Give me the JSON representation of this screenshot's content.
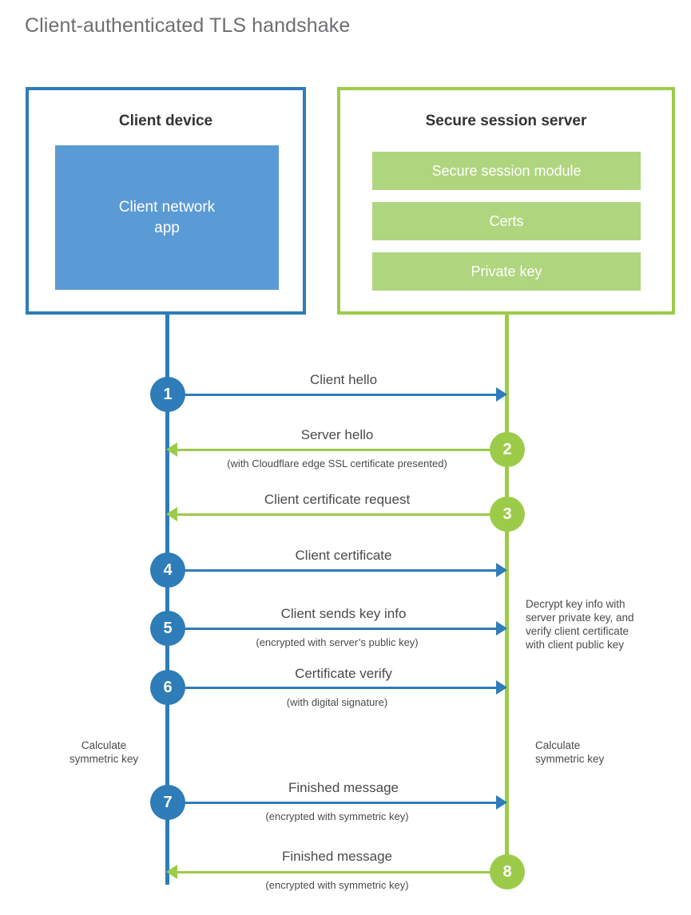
{
  "title": "Client-authenticated TLS handshake",
  "colors": {
    "blue_border": "#2e7cb8",
    "blue_fill": "#5b9bd5",
    "green_border": "#9ccb4a",
    "green_fill": "#b0d57f",
    "title_text": "#6d6e71",
    "body_text": "#4a4a4a"
  },
  "parties": {
    "client": {
      "title": "Client device",
      "app_label": "Client network\napp"
    },
    "server": {
      "title": "Secure session server",
      "bars": [
        {
          "label": "Secure session module"
        },
        {
          "label": "Certs"
        },
        {
          "label": "Private key"
        }
      ]
    }
  },
  "steps": [
    {
      "number": "1",
      "direction": "client-to-server",
      "color": "blue",
      "label": "Client hello",
      "sublabel": ""
    },
    {
      "number": "2",
      "direction": "server-to-client",
      "color": "green",
      "label": "Server hello",
      "sublabel": "(with Cloudflare edge SSL certificate presented)"
    },
    {
      "number": "3",
      "direction": "server-to-client",
      "color": "green",
      "label": "Client certificate request",
      "sublabel": ""
    },
    {
      "number": "4",
      "direction": "client-to-server",
      "color": "blue",
      "label": "Client certificate",
      "sublabel": ""
    },
    {
      "number": "5",
      "direction": "client-to-server",
      "color": "blue",
      "label": "Client sends key info",
      "sublabel": "(encrypted with server’s public key)"
    },
    {
      "number": "6",
      "direction": "client-to-server",
      "color": "blue",
      "label": "Certificate verify",
      "sublabel": "(with digital signature)"
    },
    {
      "number": "7",
      "direction": "client-to-server",
      "color": "blue",
      "label": "Finished message",
      "sublabel": "(encrypted with symmetric key)"
    },
    {
      "number": "8",
      "direction": "server-to-client",
      "color": "green",
      "label": "Finished message",
      "sublabel": "(encrypted with symmetric key)"
    }
  ],
  "notes": {
    "server_decrypt": "Decrypt key info with\nserver private key, and\nverify client certificate\nwith client public key",
    "client_calculate": "Calculate\nsymmetric key",
    "server_calculate": "Calculate\nsymmetric key"
  }
}
